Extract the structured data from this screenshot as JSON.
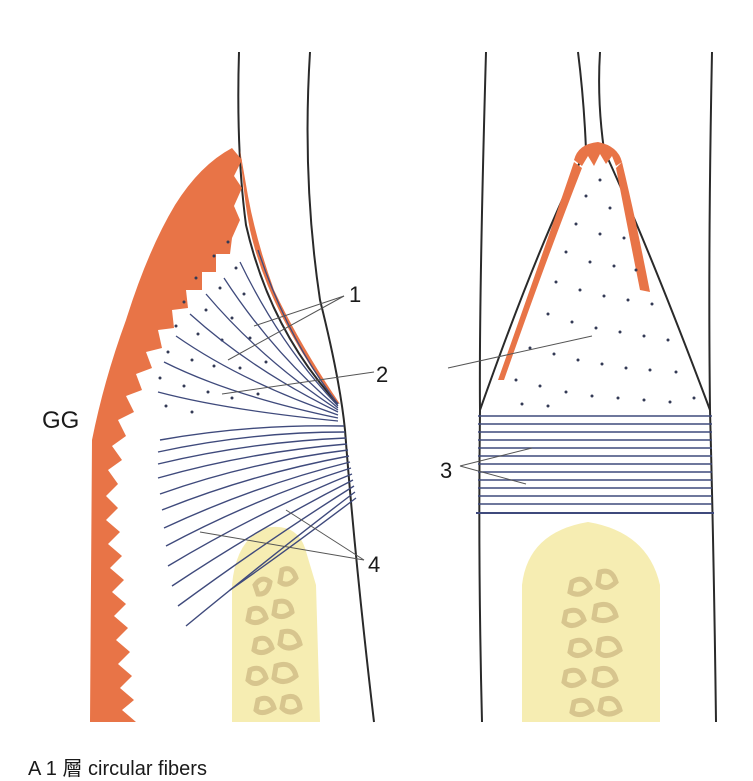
{
  "labels": {
    "gg": "GG",
    "fiber_1": "1",
    "fiber_2": "2",
    "fiber_3": "3",
    "fiber_4": "4"
  },
  "caption": "A 1 層 circular fibers",
  "colors": {
    "gingival_epithelium": "#E87447",
    "bone": "#F6EDB2",
    "bone_trabecula": "#D7C58E",
    "fiber": "#3F4A7C",
    "tooth_outline": "#2a2a2a",
    "dots": "#333a55"
  }
}
